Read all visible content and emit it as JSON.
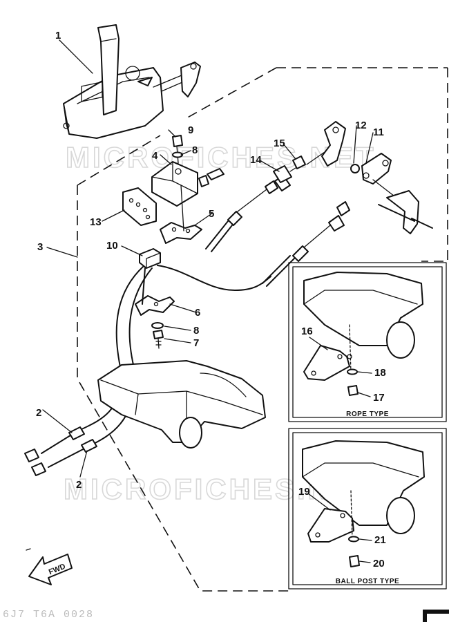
{
  "watermark": "MICROFICHES.NET",
  "footer_code": "6J7 T6A 0028",
  "fwd_label": "FWD",
  "inset_rope": {
    "caption": "ROPE TYPE"
  },
  "inset_ball": {
    "caption": "BALL POST TYPE"
  },
  "callouts": [
    {
      "id": "1",
      "label": "1"
    },
    {
      "id": "2a",
      "label": "2"
    },
    {
      "id": "2b",
      "label": "2"
    },
    {
      "id": "3",
      "label": "3"
    },
    {
      "id": "4",
      "label": "4"
    },
    {
      "id": "5",
      "label": "5"
    },
    {
      "id": "6",
      "label": "6"
    },
    {
      "id": "7",
      "label": "7"
    },
    {
      "id": "8a",
      "label": "8"
    },
    {
      "id": "8b",
      "label": "8"
    },
    {
      "id": "9",
      "label": "9"
    },
    {
      "id": "10",
      "label": "10"
    },
    {
      "id": "11",
      "label": "11"
    },
    {
      "id": "12",
      "label": "12"
    },
    {
      "id": "13",
      "label": "13"
    },
    {
      "id": "14",
      "label": "14"
    },
    {
      "id": "15",
      "label": "15"
    },
    {
      "id": "16",
      "label": "16"
    },
    {
      "id": "17",
      "label": "17"
    },
    {
      "id": "18",
      "label": "18"
    },
    {
      "id": "19",
      "label": "19"
    },
    {
      "id": "20",
      "label": "20"
    },
    {
      "id": "21",
      "label": "21"
    }
  ]
}
